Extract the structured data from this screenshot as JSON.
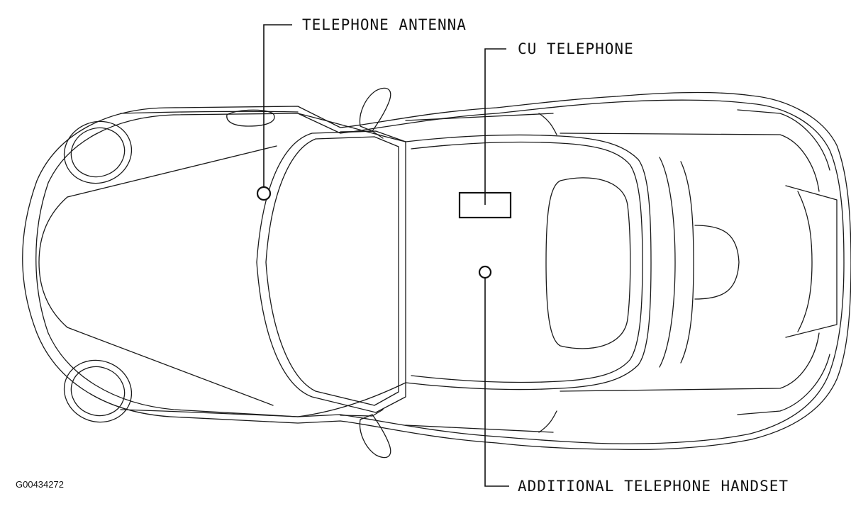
{
  "labels": {
    "telephone_antenna": "TELEPHONE ANTENNA",
    "cu_telephone": "CU TELEPHONE",
    "additional_handset": "ADDITIONAL TELEPHONE HANDSET"
  },
  "figure_code": "G00434272"
}
